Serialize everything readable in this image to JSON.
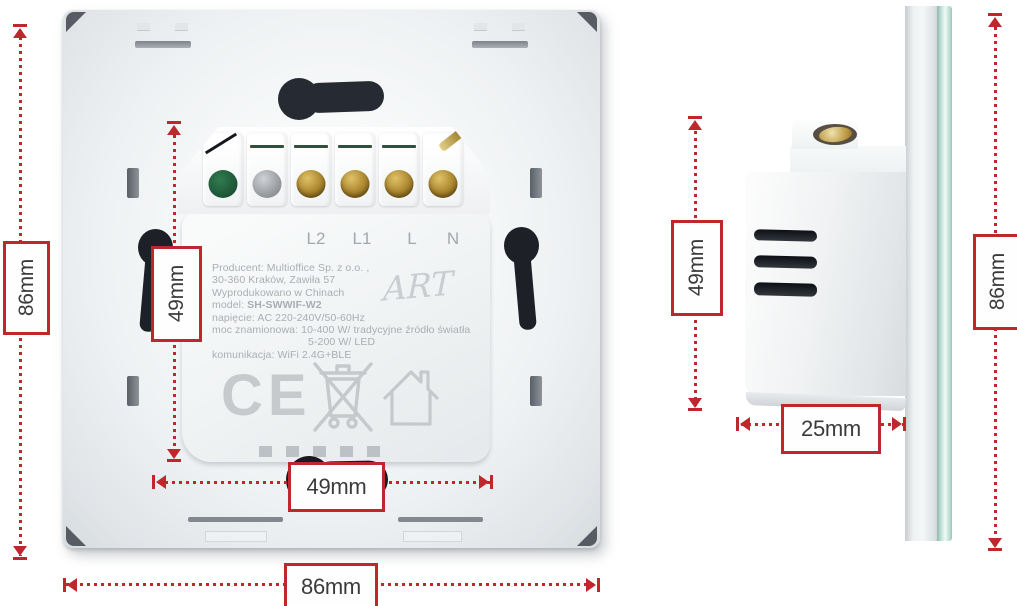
{
  "figure": {
    "description": "Smart wall switch back view and side view with dimensions"
  },
  "dimensions": {
    "back_width": "86mm",
    "back_height": "86mm",
    "mechanism_width": "49mm",
    "mechanism_height": "49mm",
    "side_height": "86mm",
    "side_body_height": "49mm",
    "side_depth": "25mm"
  },
  "back_view": {
    "terminal_labels": [
      "L2",
      "L1",
      "L",
      "N"
    ],
    "label": {
      "producer_line1": "Producent: Multioffice Sp. z o.o. ,",
      "producer_line2": "30-360 Kraków, Zawiła 57",
      "producer_line3": "Wyprodukowano w Chinach",
      "model_label": "model: ",
      "model_value": "SH-SWWIF-W2",
      "voltage": "napięcie: AC 220-240V/50-60Hz",
      "power_line1": "moc znamionowa: 10-400 W/ tradycyjne źródło światła",
      "power_line2": "5-200 W/ LED",
      "communication": "komunikacja: WiFi 2.4G+BLE",
      "brand_logo": "ART",
      "ce_mark": "CE"
    },
    "icons": {
      "weee": "weee-crossed-bin-icon",
      "house": "indoor-use-house-icon"
    }
  },
  "colors": {
    "dimension_red": "#c0272d",
    "print_gray": "#a9aeb4",
    "icon_gray": "#c5c9cc",
    "glass_teal": "#bcd8d2",
    "terminal_green_dot": "#2a6b44",
    "terminal_silver": "#a3a7aa",
    "terminal_brass": "#a5812c"
  }
}
